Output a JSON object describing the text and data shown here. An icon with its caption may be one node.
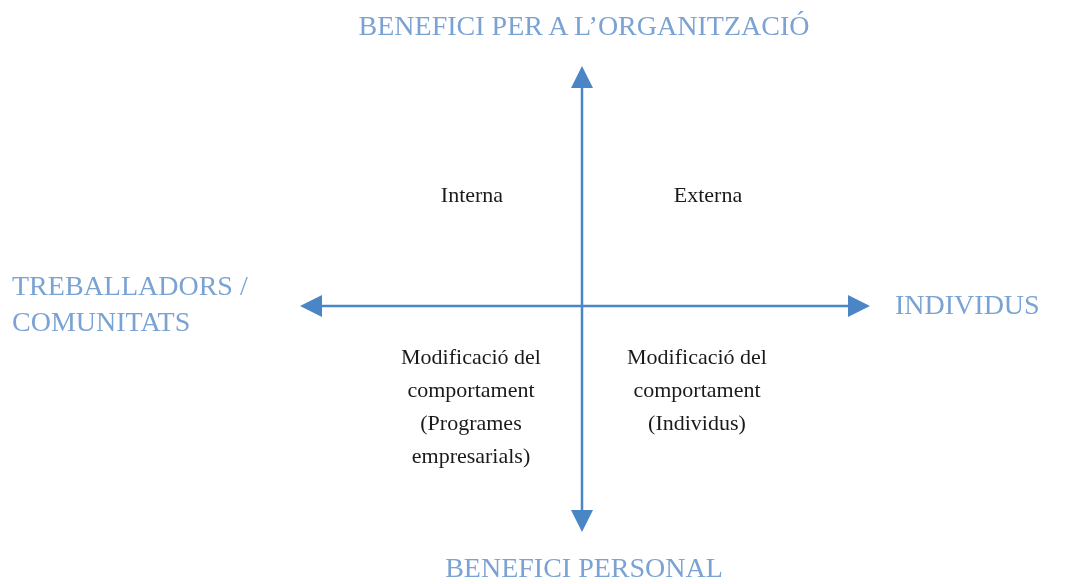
{
  "diagram": {
    "labels": [
      "BENEFICI PER A L’ORGANITZACIÓ",
      "Interna",
      "Externa",
      "TREBALLADORS / COMUNITATS",
      "INDIVIDUS",
      "Modificació del comportament (Programes empresarials)",
      "Modificació del comportament (Individus)",
      "BENEFICI PERSONAL"
    ]
  }
}
